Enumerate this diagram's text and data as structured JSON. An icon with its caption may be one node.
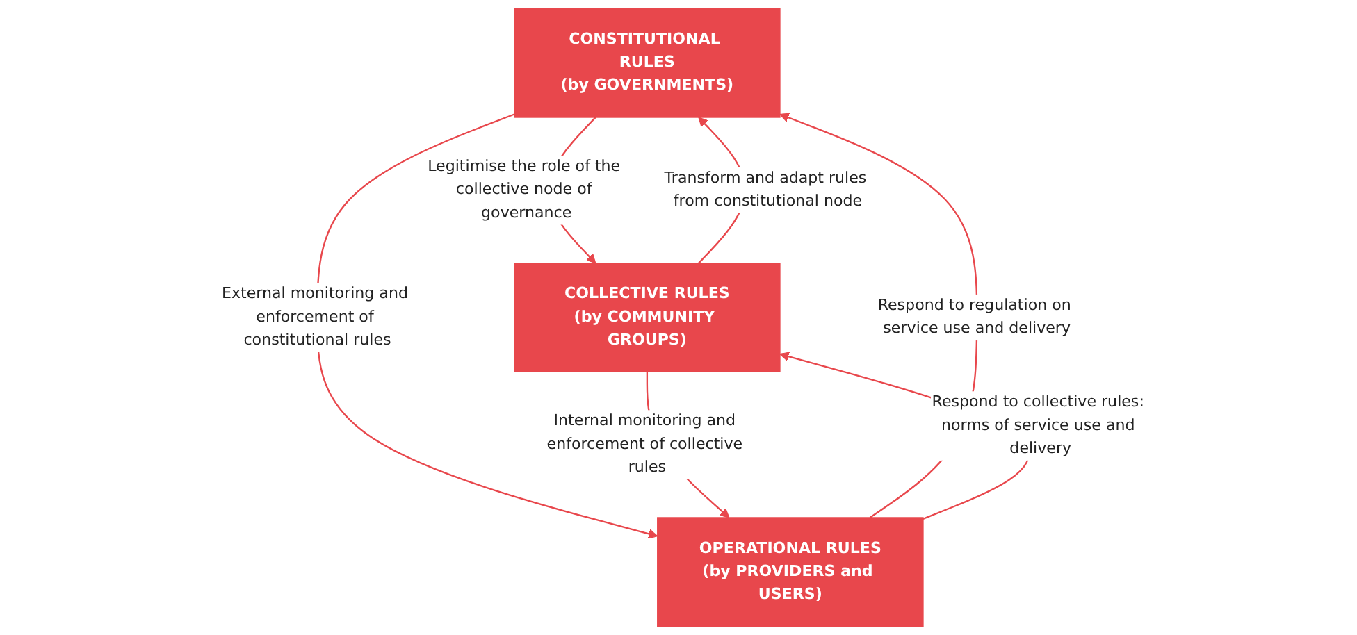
{
  "diagram": {
    "nodes": [
      {
        "text": [
          "CONSTITUTIONAL RULES",
          "(by GOVERNMENTS)"
        ]
      },
      {
        "text": [
          "COLLECTIVE RULES",
          "(by COMMUNITY GROUPS)"
        ]
      },
      {
        "text": [
          "OPERATIONAL RULES",
          "(by PROVIDERS and USERS)"
        ]
      }
    ],
    "edges": [
      {
        "from": 0,
        "to": 1,
        "arrow": "to",
        "label": "Legitimise the role of the collective node of governance"
      },
      {
        "from": 1,
        "to": 0,
        "arrow": "to",
        "label": "Transform and adapt rules from constitutional node"
      },
      {
        "from": 0,
        "to": 2,
        "arrow": "to",
        "label": "External monitoring and enforcement of constitutional rules"
      },
      {
        "from": 2,
        "to": 0,
        "arrow": "to",
        "label": "Respond to regulation on service use and delivery"
      },
      {
        "from": 2,
        "to": 1,
        "arrow": "to",
        "label": "Respond to collective rules: norms of service use and delivery"
      },
      {
        "from": 1,
        "to": 2,
        "arrow": "to",
        "label": "Internal monitoring and enforcement of collective rules"
      }
    ]
  }
}
